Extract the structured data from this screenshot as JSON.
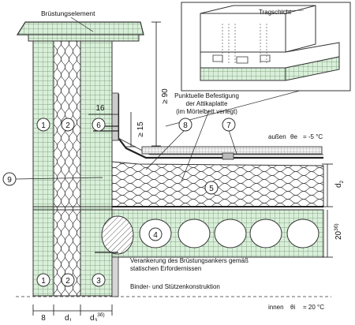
{
  "labels": {
    "parapet_element": "Brüstungselement",
    "support_layer": "Tragschicht",
    "fixing_title_1": "Punktuelle Befestigung",
    "fixing_title_2": "der Attikaplatte",
    "fixing_title_3": "(im Mörtelbett verlegt)",
    "anchor_note_1": "Verankerung des Brüstungsankers gemäß",
    "anchor_note_2": "statischen Erfordernissen",
    "frame_note": "Binder- und Stützenkonstruktion",
    "outside_label": "außen",
    "outside_temp_symbol": "θe",
    "outside_temp_value": "= -5 °C",
    "inside_label": "innen",
    "inside_temp_symbol": "θi",
    "inside_temp_value": "= 20 °C"
  },
  "dimensions": {
    "top_height": "≥ 90",
    "parapet_gap": "16",
    "overlap": "≥ 15",
    "d2": "d",
    "d2_sub": "2",
    "slab": "20",
    "slab_note": "3б)",
    "bottom_a": "8",
    "bottom_b": "d",
    "bottom_b_sub": "1",
    "bottom_c": "d",
    "bottom_c_sub": "3",
    "bottom_c_note": "3б)"
  },
  "markers": [
    "1",
    "2",
    "6",
    "8",
    "7",
    "9",
    "5",
    "4",
    "1",
    "2",
    "3"
  ]
}
